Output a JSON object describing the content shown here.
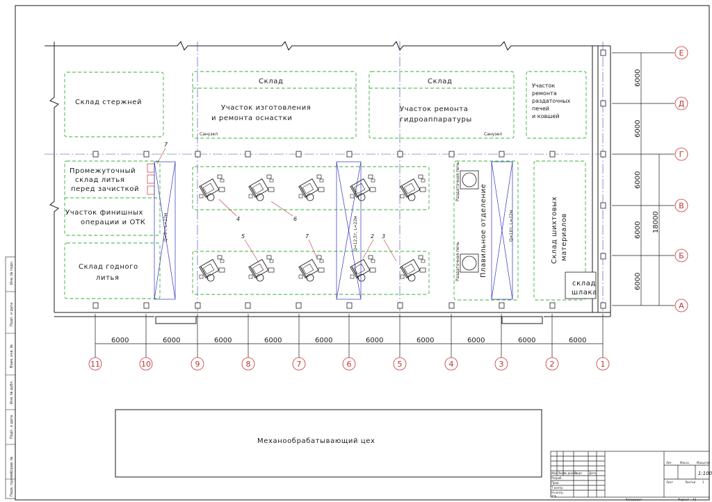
{
  "zones": {
    "sklad_sterzhney": "Склад стержней",
    "sklad_1_title": "Склад",
    "sklad_1_text": [
      "Участок изготовления",
      "и ремонта оснастки"
    ],
    "sklad_1_sanuzel": "Санузел",
    "sklad_2_title": "Склад",
    "sklad_2_text": [
      "Участок ремонта",
      "гидроаппаратуры"
    ],
    "sklad_2_sanuzel": "Санузел",
    "remont_pechey": [
      "Участок",
      "ремонта",
      "раздаточных",
      "печей",
      "и ковшей"
    ],
    "promezh_sklad": [
      "Промежуточный",
      "склад литья",
      "перед зачисткой"
    ],
    "finish": [
      "Участок финишных",
      "операции и ОТК"
    ],
    "godnoe": [
      "Склад годного",
      "литья"
    ],
    "plavilnoe": "Плавильное отделение",
    "razd_pech_top": "Раздаточная печь",
    "razd_pech_bottom": "Раздаточная печь",
    "sklad_shikhta": [
      "Склад шихтовых",
      "материалов"
    ],
    "sklad_shlaka": [
      "склад",
      "шлака"
    ],
    "mekhano": "Механообрабатывающий цех"
  },
  "cranes": {
    "crane_a": "Q=5т, L=22м",
    "crane_b": "Q=12,5т, L=22м",
    "crane_c": "Q=10т, L=22м"
  },
  "callouts": [
    "7",
    "4",
    "6",
    "5",
    "7",
    "2",
    "3"
  ],
  "dimensions": {
    "bay": [
      "6000",
      "6000",
      "6000",
      "6000",
      "6000",
      "6000",
      "6000",
      "6000",
      "6000",
      "6000"
    ],
    "vertical": [
      "6000",
      "6000",
      "6000",
      "6000",
      "6000"
    ],
    "total": "18000"
  },
  "axes": {
    "columns": [
      "11",
      "10",
      "9",
      "8",
      "7",
      "6",
      "5",
      "4",
      "3",
      "2",
      "1"
    ],
    "rows": [
      "Е",
      "Д",
      "Г",
      "В",
      "Б",
      "А"
    ]
  },
  "title_block": {
    "row_labels": [
      "Изм",
      "Лист",
      "№ докум.",
      "Подп.",
      "Дата",
      "Разраб.",
      "Пров.",
      "Т.контр.",
      "Н.контр.",
      "Утв."
    ],
    "lit": "Лит.",
    "massa": "Масса",
    "masshtab": "Масштаб",
    "scale": "1:100",
    "list": "Лист",
    "listov": "Листов",
    "listov_value": "1",
    "kopiroval": "Копировал",
    "format": "Формат",
    "format_value": "A3"
  },
  "side_stamp": [
    "Инв. № подл.",
    "Подп. и дата",
    "Взам. инв. №",
    "Инв. № дубл.",
    "Подп. и дата",
    "Справ. №",
    "Перв. примен."
  ],
  "colors": {
    "zone_border": "#33b033",
    "axis": "#c03030",
    "crane": "#3030c0",
    "line": "#1a1a1a"
  }
}
